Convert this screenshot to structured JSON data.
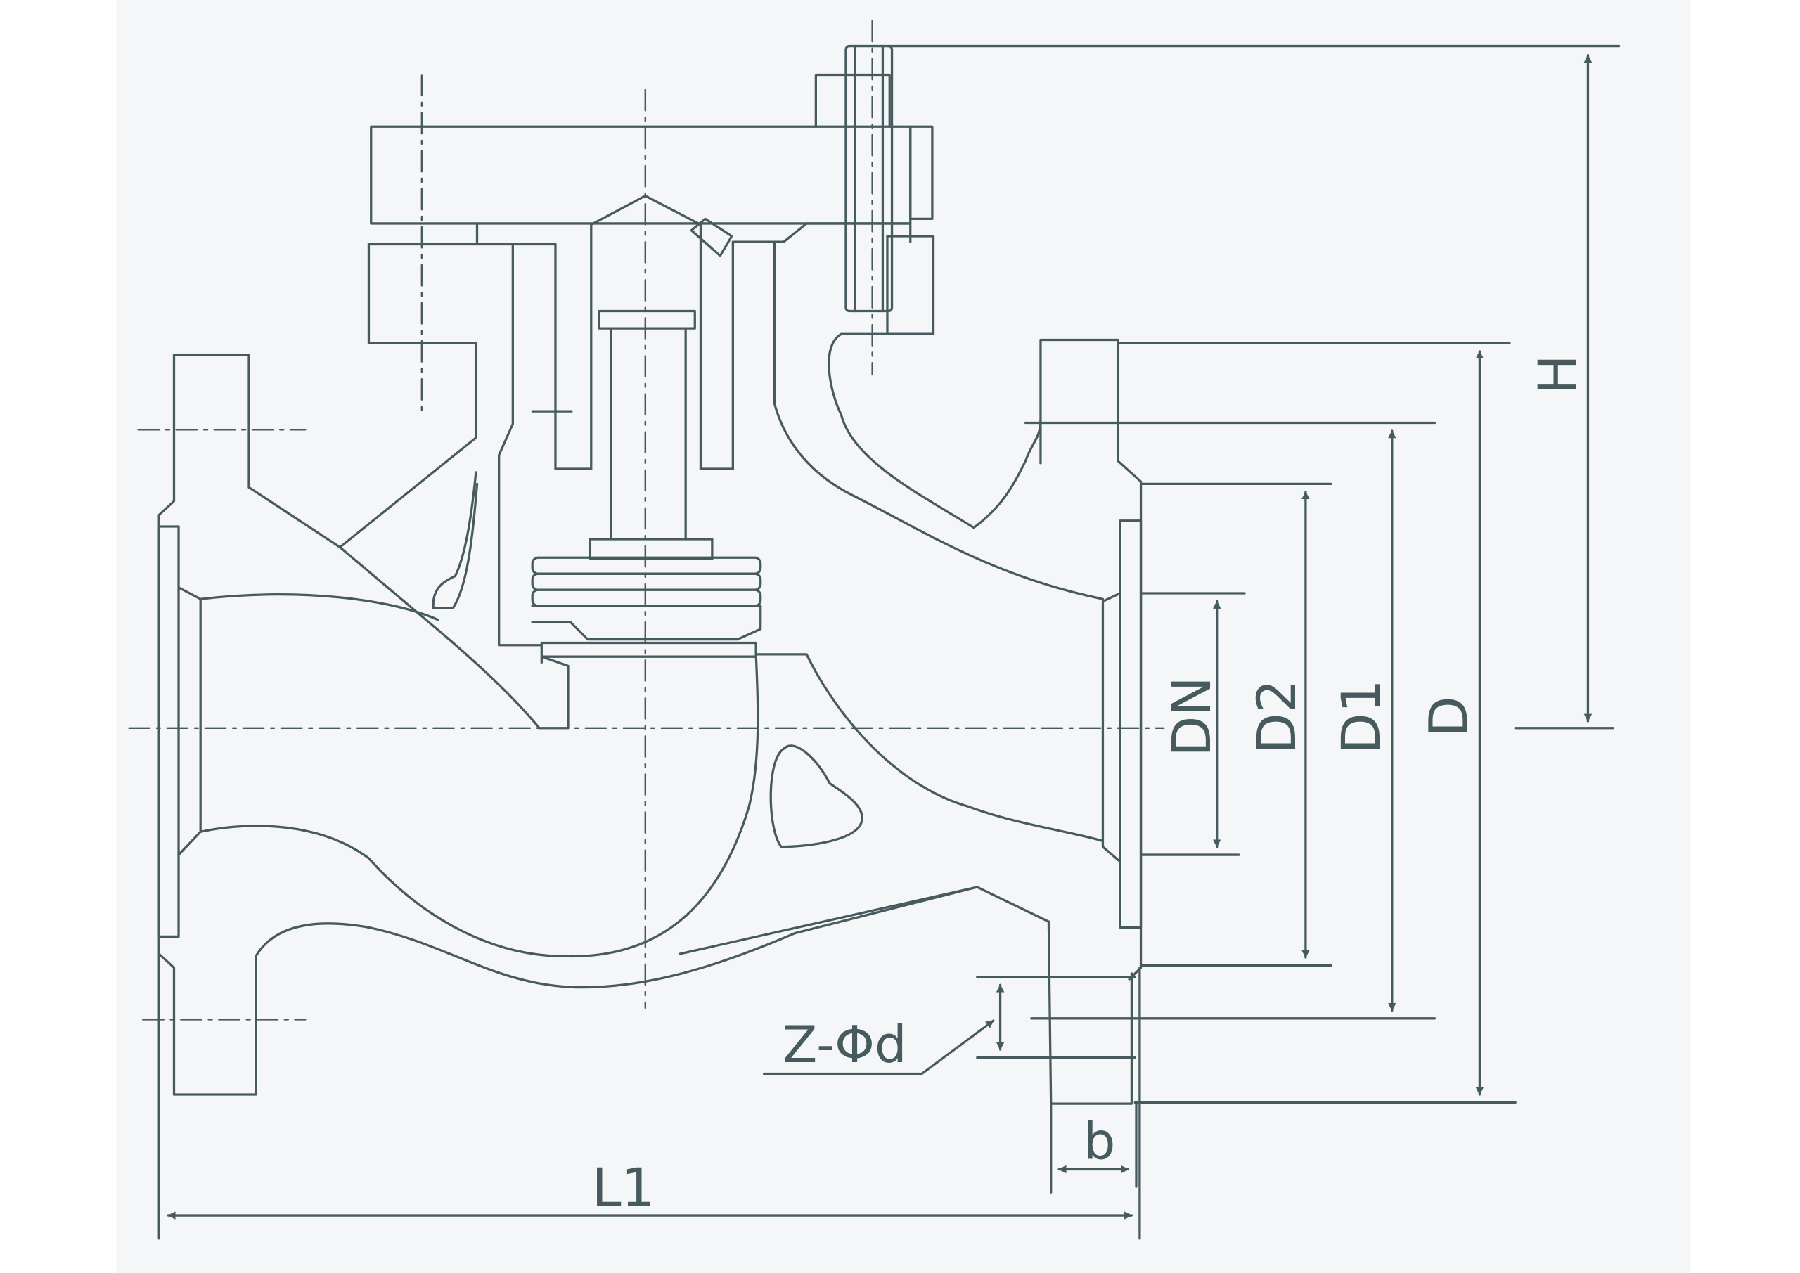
{
  "colors": {
    "panel": "#f4f6f8",
    "line": "#475a5e",
    "page": "#ffffff"
  },
  "labels": {
    "H": "H",
    "D": "D",
    "D1": "D1",
    "D2": "D2",
    "DN": "DN",
    "Z_phi_d": "Z-Φd",
    "b": "b",
    "L1": "L1"
  }
}
